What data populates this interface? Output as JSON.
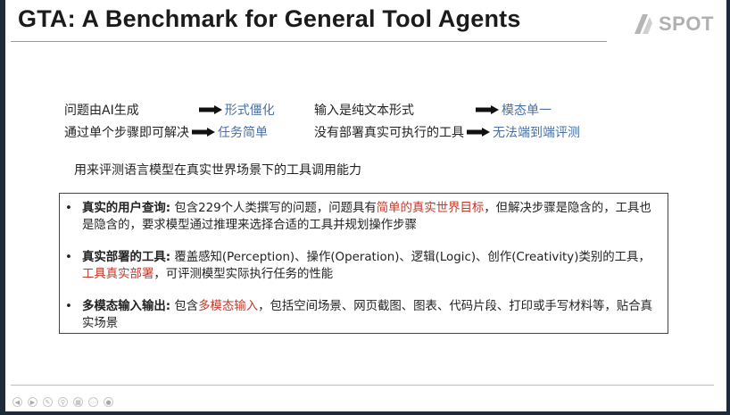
{
  "slide": {
    "title": "GTA: A Benchmark for General Tool Agents",
    "logo_text": "SPOT"
  },
  "comparisons": [
    {
      "problem": "问题由AI生成",
      "result": "形式僵化"
    },
    {
      "problem": "输入是纯文本形式",
      "result": "模态单一"
    },
    {
      "problem": "通过单个步骤即可解决",
      "result": "任务简单"
    },
    {
      "problem": "没有部署真实可执行的工具",
      "result": "无法端到端评测"
    }
  ],
  "summary": "用来评测语言模型在真实世界场景下的工具调用能力",
  "bullets": [
    {
      "label": "真实的用户查询:",
      "text_before": " 包含229个人类撰写的问题，问题具有",
      "highlight": "简单的真实世界目标",
      "text_after": "，但解决步骤是隐含的，工具也是隐含的，要求模型通过推理来选择合适的工具并规划操作步骤"
    },
    {
      "label": "真实部署的工具:",
      "text_before": " 覆盖感知(Perception)、操作(Operation)、逻辑(Logic)、创作(Creativity)类别的工具，",
      "highlight": "工具真实部署",
      "text_after": "，可评测模型实际执行任务的性能"
    },
    {
      "label": "多模态输入输出:",
      "text_before": " 包含",
      "highlight": "多模态输入",
      "text_after": "，包括空间场景、网页截图、图表、代码片段、打印或手写材料等，贴合真实场景"
    }
  ],
  "bullet_glyph": "•",
  "colors": {
    "highlight_red": "#c0392b",
    "result_blue": "#4a6fa5",
    "frame": "#1e2a3a"
  },
  "icons": {
    "arrow": "thick-right-arrow-icon",
    "logo": "spot-logo-mark",
    "controls": [
      "prev-icon",
      "next-icon",
      "pen-icon",
      "zoom-icon",
      "grid-icon",
      "more-icon",
      "camera-icon"
    ]
  }
}
